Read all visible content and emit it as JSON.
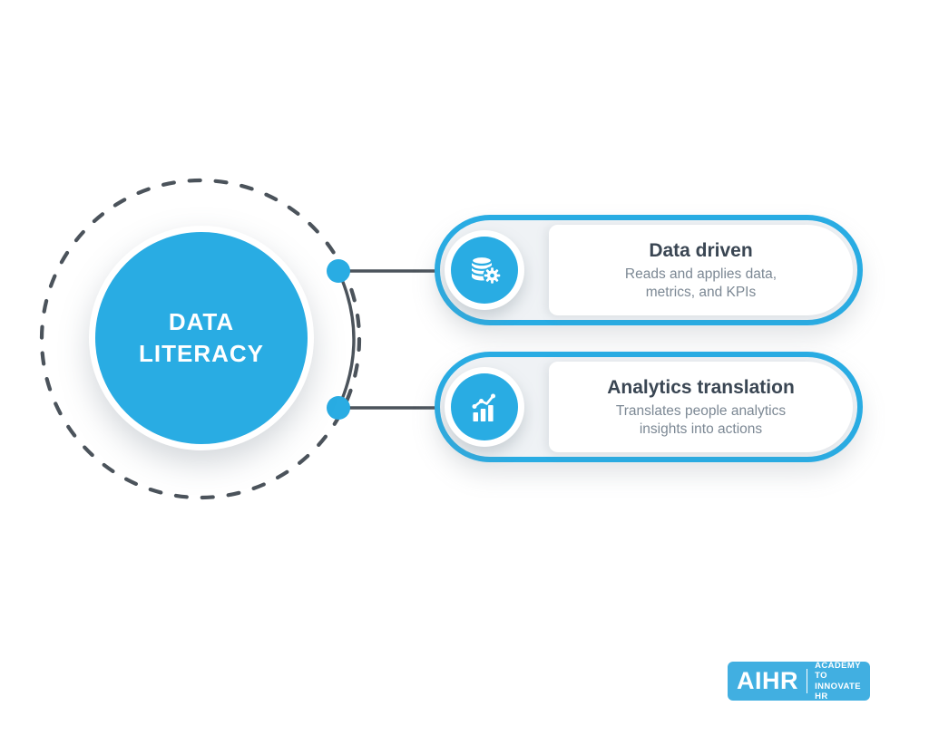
{
  "colors": {
    "accent": "#29ACE3",
    "logo_bg": "#41AFE1",
    "card_bg": "#EFF2F5",
    "dark": "#3A4653",
    "muted": "#7C8894",
    "connector": "#4B535B"
  },
  "center": {
    "line1": "DATA",
    "line2": "LITERACY"
  },
  "cards": [
    {
      "title": "Data driven",
      "desc_line1": "Reads and applies data,",
      "desc_line2": "metrics, and KPIs",
      "icon": "database-gear-icon"
    },
    {
      "title": "Analytics translation",
      "desc_line1": "Translates people analytics",
      "desc_line2": "insights into actions",
      "icon": "bar-chart-trend-icon"
    }
  ],
  "logo": {
    "brand": "AIHR",
    "tagline_line1": "ACADEMY TO",
    "tagline_line2": "INNOVATE HR"
  }
}
